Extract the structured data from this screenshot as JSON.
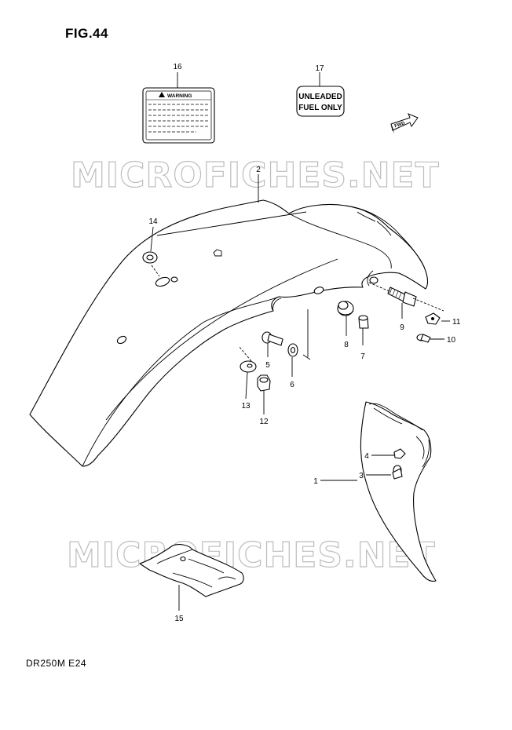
{
  "figure": {
    "title": "FIG.44",
    "model_code": "DR250M  E24"
  },
  "watermark": "MICROFICHES.NET",
  "labels": {
    "warning_label": "WARNING",
    "fuel_label_line1": "UNLEADED",
    "fuel_label_line2": "FUEL ONLY",
    "fwd_arrow": "FWD"
  },
  "callouts": {
    "c1": "1",
    "c2": "2",
    "c3": "3",
    "c4": "4",
    "c5": "5",
    "c6": "6",
    "c7": "7",
    "c8": "8",
    "c9": "9",
    "c10": "10",
    "c11": "11",
    "c12": "12",
    "c13": "13",
    "c14": "14",
    "c15": "15",
    "c16": "16",
    "c17": "17"
  }
}
